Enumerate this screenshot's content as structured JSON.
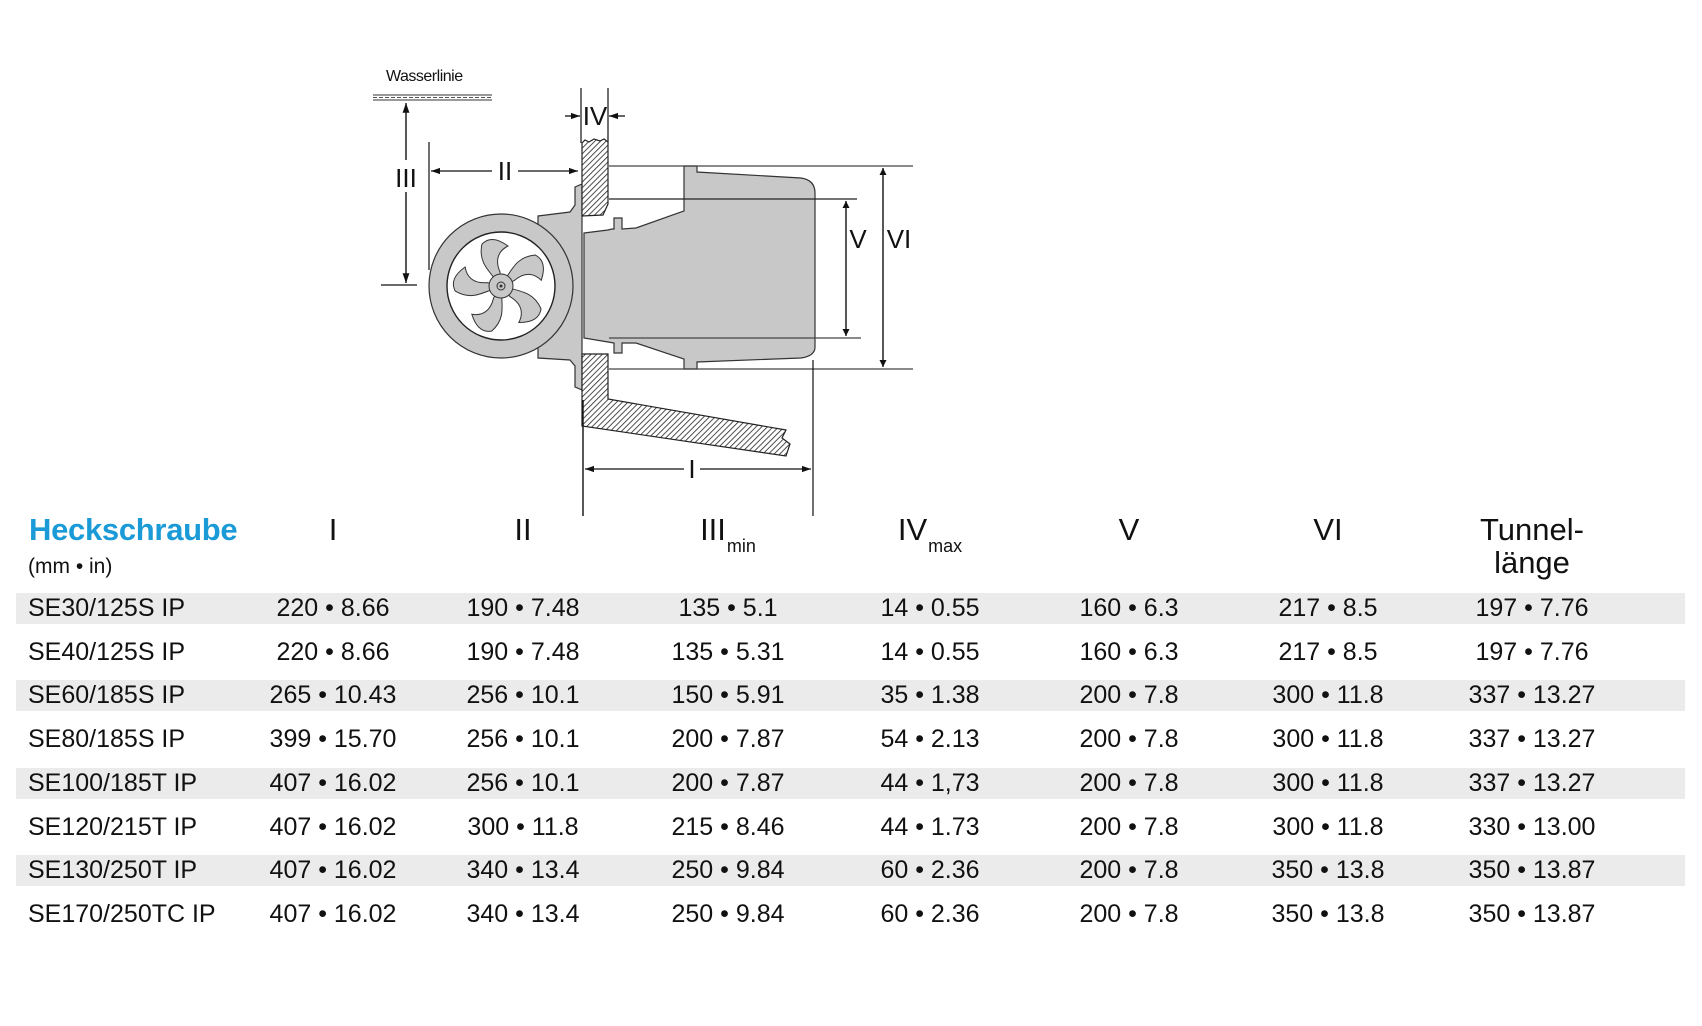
{
  "diagram": {
    "waterline_label": "Wasserlinie",
    "dimension_labels": {
      "I": "I",
      "II": "II",
      "III": "III",
      "IV": "IV",
      "V": "V",
      "VI": "VI"
    },
    "colors": {
      "thruster_fill": "#c8c8c8",
      "line": "#111111"
    }
  },
  "table": {
    "title": "Heckschraube",
    "units": "(mm • in)",
    "title_color": "#1a9ad6",
    "stripe_color": "#ebebeb",
    "columns": [
      {
        "key": "I",
        "label": "I",
        "sub": ""
      },
      {
        "key": "II",
        "label": "II",
        "sub": ""
      },
      {
        "key": "III",
        "label": "III",
        "sub": "min"
      },
      {
        "key": "IV",
        "label": "IV",
        "sub": "max"
      },
      {
        "key": "V",
        "label": "V",
        "sub": ""
      },
      {
        "key": "VI",
        "label": "VI",
        "sub": ""
      },
      {
        "key": "tunnel",
        "label": "Tunnel-",
        "label2": "länge",
        "sub": ""
      }
    ],
    "rows": [
      {
        "model": "SE30/125S IP",
        "values": [
          "220 • 8.66",
          "190 •  7.48",
          "135 • 5.1",
          "14 • 0.55",
          "160 • 6.3",
          "217 • 8.5",
          "197 • 7.76"
        ]
      },
      {
        "model": "SE40/125S IP",
        "values": [
          "220 • 8.66",
          "190 •  7.48",
          "135 • 5.31",
          "14 • 0.55",
          "160 • 6.3",
          "217 • 8.5",
          "197 • 7.76"
        ]
      },
      {
        "model": "SE60/185S IP",
        "values": [
          "265 • 10.43",
          "256 • 10.1",
          "150 • 5.91",
          "35 • 1.38",
          "200 • 7.8",
          "300 • 11.8",
          "337 • 13.27"
        ]
      },
      {
        "model": "SE80/185S IP",
        "values": [
          "399 • 15.70",
          "256 • 10.1",
          "200 • 7.87",
          "54 • 2.13",
          "200 • 7.8",
          "300 • 11.8",
          "337 • 13.27"
        ]
      },
      {
        "model": "SE100/185T IP",
        "values": [
          "407 • 16.02",
          "256 • 10.1",
          "200 • 7.87",
          "44 • 1,73",
          "200 • 7.8",
          "300 • 11.8",
          "337 • 13.27"
        ]
      },
      {
        "model": "SE120/215T IP",
        "values": [
          "407 • 16.02",
          "300 • 11.8",
          "215 • 8.46",
          "44 • 1.73",
          "200 • 7.8",
          "300 • 11.8",
          "330 • 13.00"
        ]
      },
      {
        "model": "SE130/250T IP",
        "values": [
          "407 • 16.02",
          "340 • 13.4",
          "250 • 9.84",
          "60 • 2.36",
          "200 • 7.8",
          "350 • 13.8",
          "350 • 13.87"
        ]
      },
      {
        "model": "SE170/250TC IP",
        "values": [
          "407 • 16.02",
          "340 • 13.4",
          "250 • 9.84",
          "60 • 2.36",
          "200 • 7.8",
          "350 • 13.8",
          "350 • 13.87"
        ]
      }
    ]
  }
}
